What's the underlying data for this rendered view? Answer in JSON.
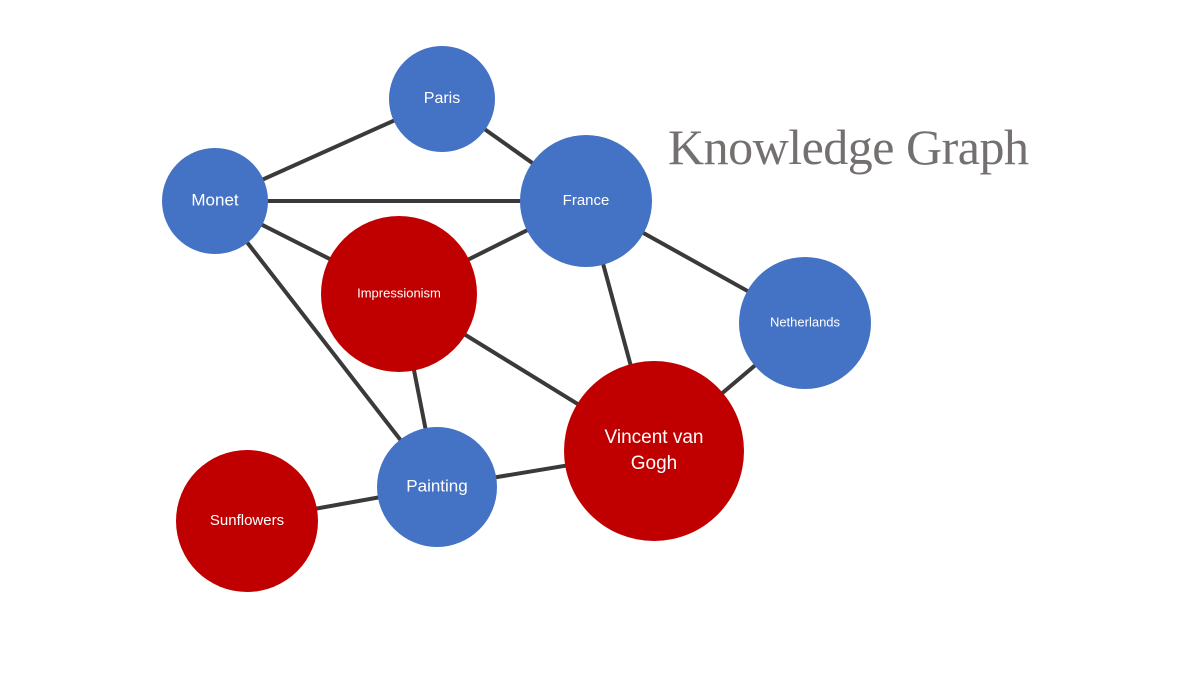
{
  "title": "Knowledge Graph",
  "colors": {
    "concept": "#4472c4",
    "entity": "#c00000",
    "edge": "#3a3a3a"
  },
  "nodes": [
    {
      "id": "paris",
      "label": [
        "Paris"
      ],
      "kind": "concept"
    },
    {
      "id": "monet",
      "label": [
        "Monet"
      ],
      "kind": "concept"
    },
    {
      "id": "france",
      "label": [
        "France"
      ],
      "kind": "concept"
    },
    {
      "id": "impressionism",
      "label": [
        "Impressionism"
      ],
      "kind": "entity"
    },
    {
      "id": "netherlands",
      "label": [
        "Netherlands"
      ],
      "kind": "concept"
    },
    {
      "id": "vincent-van-gogh",
      "label": [
        "Vincent van",
        "Gogh"
      ],
      "kind": "entity"
    },
    {
      "id": "painting",
      "label": [
        "Painting"
      ],
      "kind": "concept"
    },
    {
      "id": "sunflowers",
      "label": [
        "Sunflowers"
      ],
      "kind": "entity"
    }
  ],
  "edges": [
    [
      "monet",
      "paris"
    ],
    [
      "paris",
      "france"
    ],
    [
      "monet",
      "france"
    ],
    [
      "monet",
      "impressionism"
    ],
    [
      "monet",
      "painting"
    ],
    [
      "impressionism",
      "france"
    ],
    [
      "impressionism",
      "vincent-van-gogh"
    ],
    [
      "impressionism",
      "painting"
    ],
    [
      "france",
      "vincent-van-gogh"
    ],
    [
      "france",
      "netherlands"
    ],
    [
      "netherlands",
      "vincent-van-gogh"
    ],
    [
      "painting",
      "vincent-van-gogh"
    ],
    [
      "sunflowers",
      "painting"
    ]
  ]
}
